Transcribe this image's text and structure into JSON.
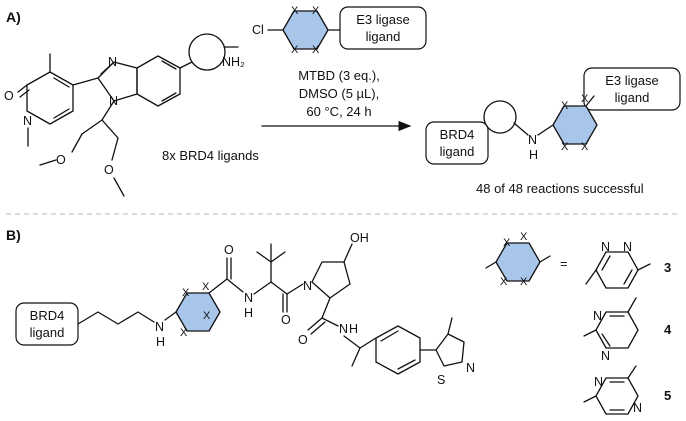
{
  "panel_a": {
    "label": "A)",
    "reagent_cl": "Cl",
    "reagent_box": [
      "E3 ligase",
      "ligand"
    ],
    "conditions": [
      "MTBD (3 eq.),",
      "DMSO (5 µL),",
      "60 °C, 24 h"
    ],
    "amine": "NH₂",
    "benzimidazole_n1": "N",
    "benzimidazole_n2": "N",
    "pyridone_o": "O",
    "pyridone_n": "N",
    "methoxy_1": "O",
    "methoxy_2": "O",
    "ligand_caption": "8x BRD4 ligands",
    "product_box_right": [
      "E3 ligase",
      "ligand"
    ],
    "product_box_left": [
      "BRD4",
      "ligand"
    ],
    "product_n": "N",
    "product_h": "H",
    "result": "48 of 48 reactions successful"
  },
  "panel_b": {
    "label": "B)",
    "brd4_box": [
      "BRD4",
      "ligand"
    ],
    "n_amine": "N",
    "h_amine": "H",
    "oh": "OH",
    "o_amide1": "O",
    "o_amide2": "O",
    "o_amide3": "O",
    "n_amide1": "N",
    "h_amide1": "H",
    "n_pyrrolidine": "N",
    "n_amide3": "N",
    "h_amide3": "H",
    "thiazole_s": "S",
    "thiazole_n": "N",
    "equals": "=",
    "ring_x": "X",
    "cpd3_n1": "N",
    "cpd3_n2": "N",
    "cpd4_n1": "N",
    "cpd4_n2": "N",
    "cpd5_n1": "N",
    "cpd5_n2": "N",
    "compound_numbers": [
      "3",
      "4",
      "5"
    ]
  },
  "colors": {
    "ring_highlight": "#a8c6ea",
    "ink": "#111111",
    "separator": "#c8c8c8"
  }
}
